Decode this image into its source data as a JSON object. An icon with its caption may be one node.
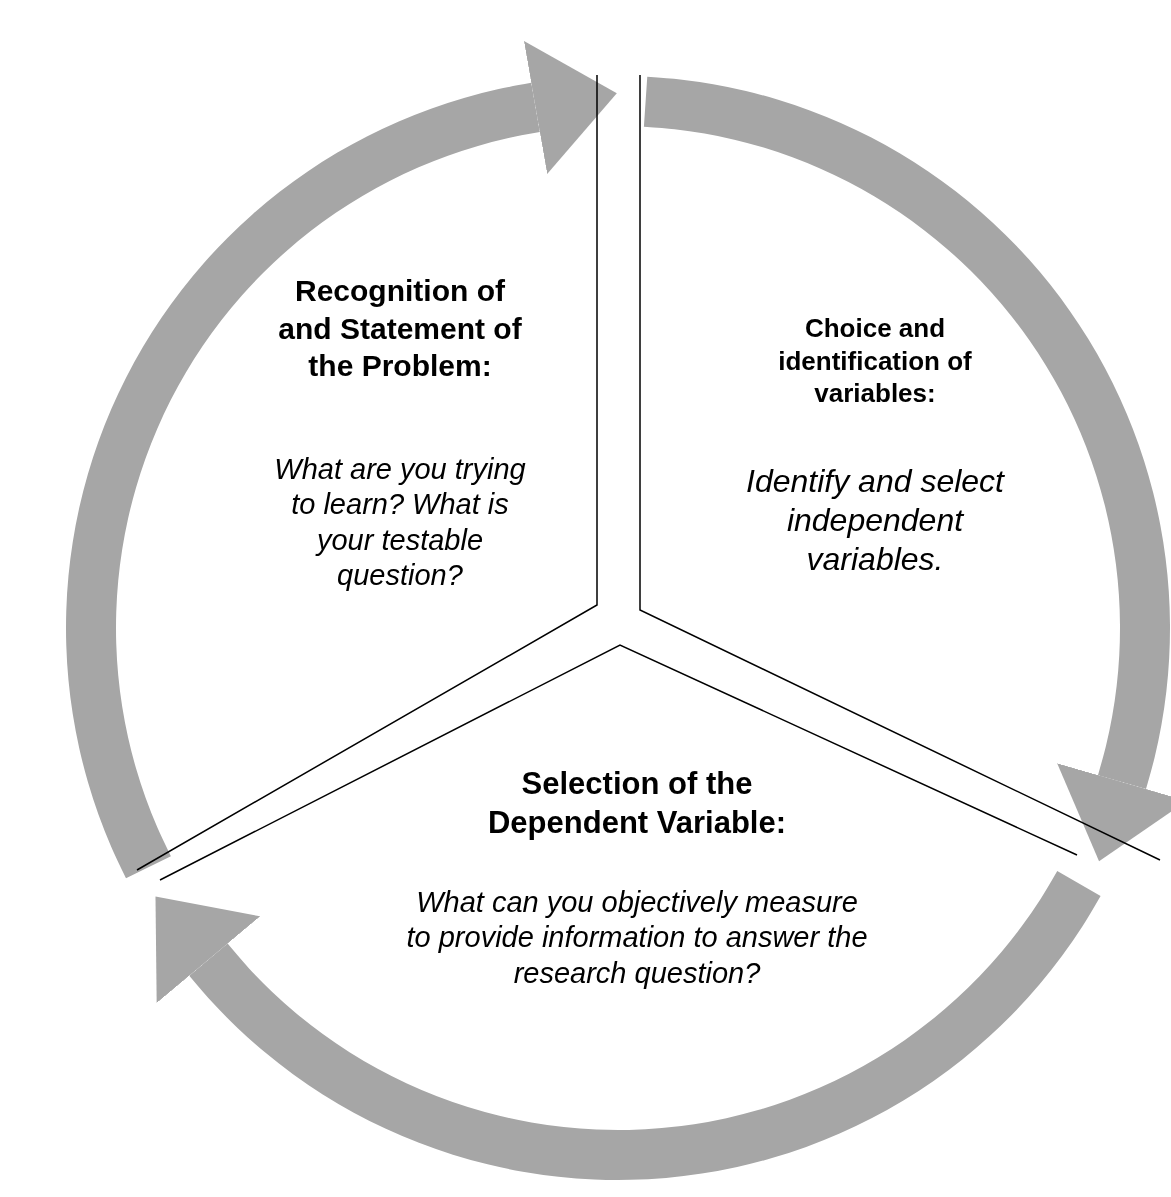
{
  "diagram": {
    "nodes": [
      {
        "text": [
          "Recognition of and Statement of the Problem:",
          "What are you trying to learn? What is your testable question?"
        ]
      },
      {
        "text": [
          "Choice and identification of variables:",
          "Identify and select independent variables."
        ]
      },
      {
        "text": [
          "Selection of the Dependent Variable:",
          "What can you objectively measure to provide information to answer the research question?"
        ]
      }
    ],
    "edges": [
      {
        "from": 0,
        "to": 1,
        "arrow": "to"
      },
      {
        "from": 1,
        "to": 2,
        "arrow": "to"
      },
      {
        "from": 2,
        "to": 0,
        "arrow": "to"
      }
    ]
  }
}
